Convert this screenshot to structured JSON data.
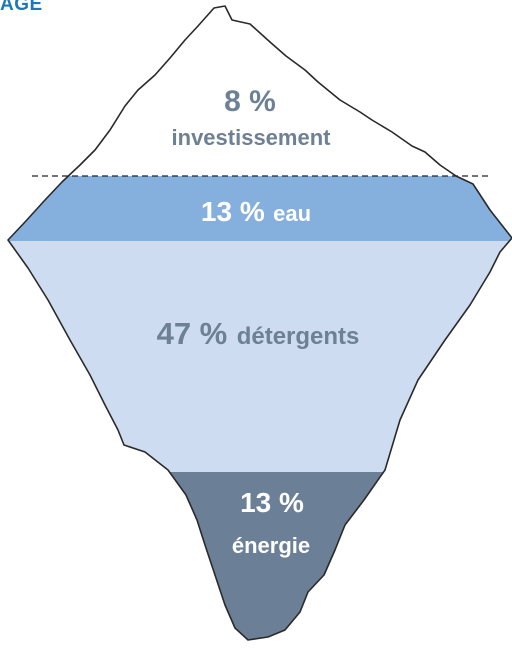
{
  "heading": "AGE",
  "colors": {
    "outline": "#2a2a2a",
    "tip": "#ffffff",
    "water": "#85b0dd",
    "detergents": "#cddcf1",
    "energy": "#6b7f96",
    "text_dark": "#6e8093",
    "text_light": "#ffffff"
  },
  "segments": {
    "investment": {
      "pct": "8 %",
      "label": "investissement"
    },
    "water": {
      "pct": "13 %",
      "label": "eau"
    },
    "detergents": {
      "pct": "47 %",
      "label": "détergents"
    },
    "energy": {
      "pct": "13 %",
      "label": "énergie"
    }
  }
}
